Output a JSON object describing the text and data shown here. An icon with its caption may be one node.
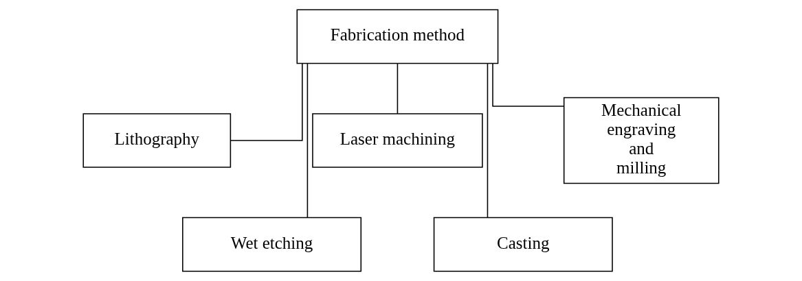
{
  "diagram": {
    "nodes": [
      {
        "text": [
          "Fabrication method"
        ]
      },
      {
        "text": [
          "Lithography"
        ]
      },
      {
        "text": [
          "Wet etching"
        ]
      },
      {
        "text": [
          "Laser machining"
        ]
      },
      {
        "text": [
          "Casting"
        ]
      },
      {
        "text": [
          "Mechanical engraving and milling"
        ]
      }
    ],
    "edges": [
      {
        "from": 0,
        "to": 1,
        "arrow": "none"
      },
      {
        "from": 0,
        "to": 2,
        "arrow": "none"
      },
      {
        "from": 0,
        "to": 3,
        "arrow": "none"
      },
      {
        "from": 0,
        "to": 4,
        "arrow": "none"
      },
      {
        "from": 0,
        "to": 5,
        "arrow": "none"
      }
    ]
  }
}
